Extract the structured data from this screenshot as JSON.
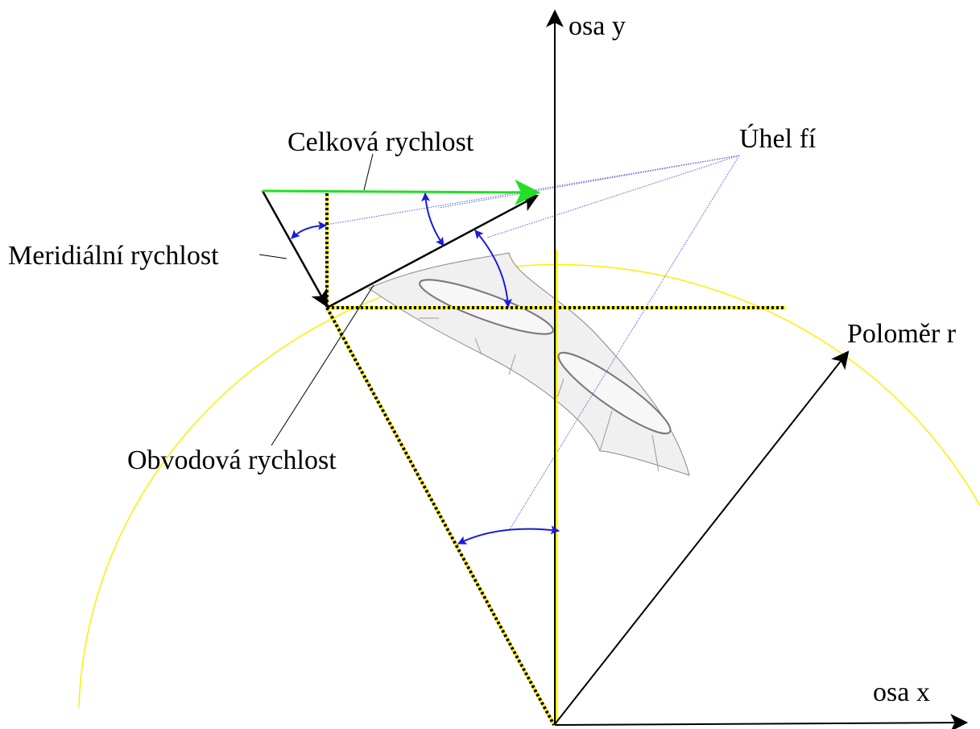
{
  "labels": {
    "axis_y": "osa y",
    "axis_x": "osa x",
    "total_velocity": "Celková rychlost",
    "meridional_velocity": "Meridiální rychlost",
    "circumferential_velocity": "Obvodová rychlost",
    "angle_phi": "Úhel fí",
    "radius": "Poloměr r"
  },
  "colors": {
    "total_velocity": "#22e022",
    "angle_markers": "#1a1adc",
    "radius_circle": "#ffee00",
    "blade_fill": "#f0f0f0",
    "axes": "#000000"
  }
}
